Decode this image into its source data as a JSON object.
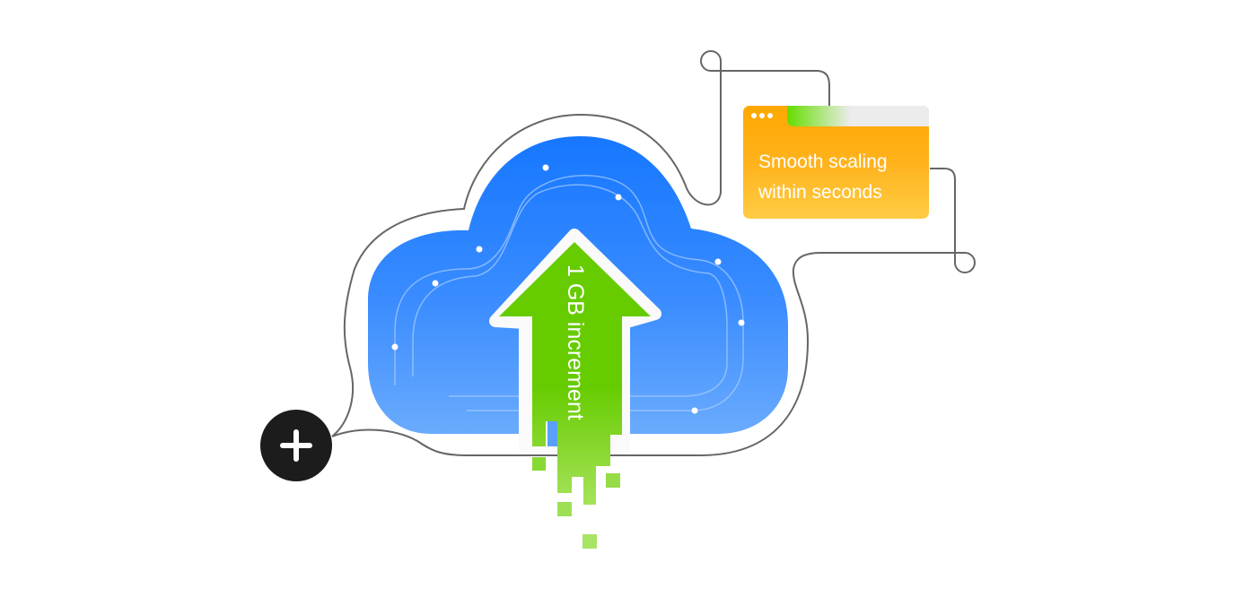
{
  "arrow": {
    "label": "1 GB increment",
    "color": "#66cc00"
  },
  "card": {
    "line1": "Smooth scaling",
    "line2": "within seconds",
    "color": "#ffaa00"
  },
  "cloud": {
    "color_top": "#1677ff",
    "color_bottom": "#6aabfd"
  },
  "icons": {
    "add": "plus-icon",
    "window_dots": "dots-icon"
  }
}
